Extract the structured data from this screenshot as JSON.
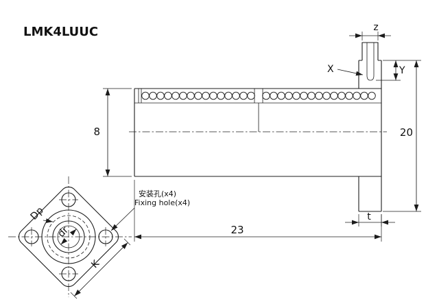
{
  "title": "LMK4LUUC",
  "side_view": {
    "dim_body_od": "8",
    "dim_flange_od": "20",
    "dim_length": "23",
    "dim_boss_width": "z",
    "dim_oil_hole_x": "X",
    "dim_oil_hole_y": "Y",
    "dim_flange_thickness": "t"
  },
  "front_view": {
    "dim_pilot_dia": "Dp",
    "dim_bore_dia": "dr",
    "dim_square_size": "K"
  },
  "callout": {
    "fixing_hole_cn": "安装孔(x4)",
    "fixing_hole_en": "Fixing hole(x4)"
  },
  "colors": {
    "line": "#1c1c1c",
    "background": "#ffffff"
  }
}
